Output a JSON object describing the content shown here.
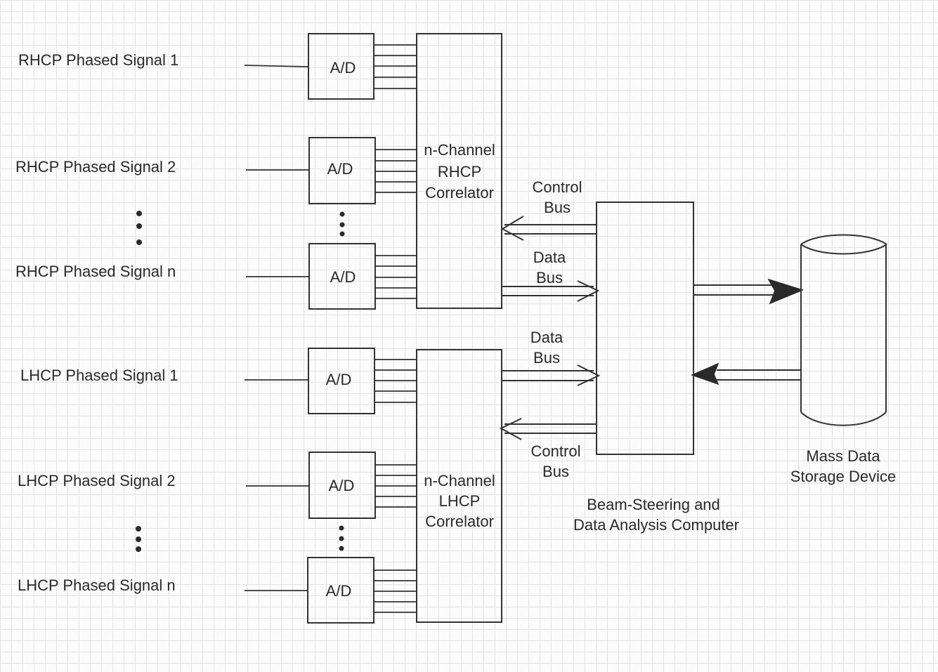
{
  "signals": {
    "rhcp": [
      "RHCP Phased Signal 1",
      "RHCP Phased Signal 2",
      "RHCP Phased Signal n"
    ],
    "lhcp": [
      "LHCP Phased Signal 1",
      "LHCP Phased Signal 2",
      "LHCP Phased Signal n"
    ]
  },
  "adc_label": "A/D",
  "correlators": {
    "rhcp": [
      "n-Channel",
      "RHCP",
      "Correlator"
    ],
    "lhcp": [
      "n-Channel",
      "LHCP",
      "Correlator"
    ]
  },
  "buses": {
    "rhcp_control": [
      "Control",
      "Bus"
    ],
    "rhcp_data": [
      "Data",
      "Bus"
    ],
    "lhcp_data": [
      "Data",
      "Bus"
    ],
    "lhcp_control": [
      "Control",
      "Bus"
    ]
  },
  "computer": [
    "Beam-Steering and",
    "Data Analysis Computer"
  ],
  "storage": [
    "Mass Data",
    "Storage Device"
  ]
}
